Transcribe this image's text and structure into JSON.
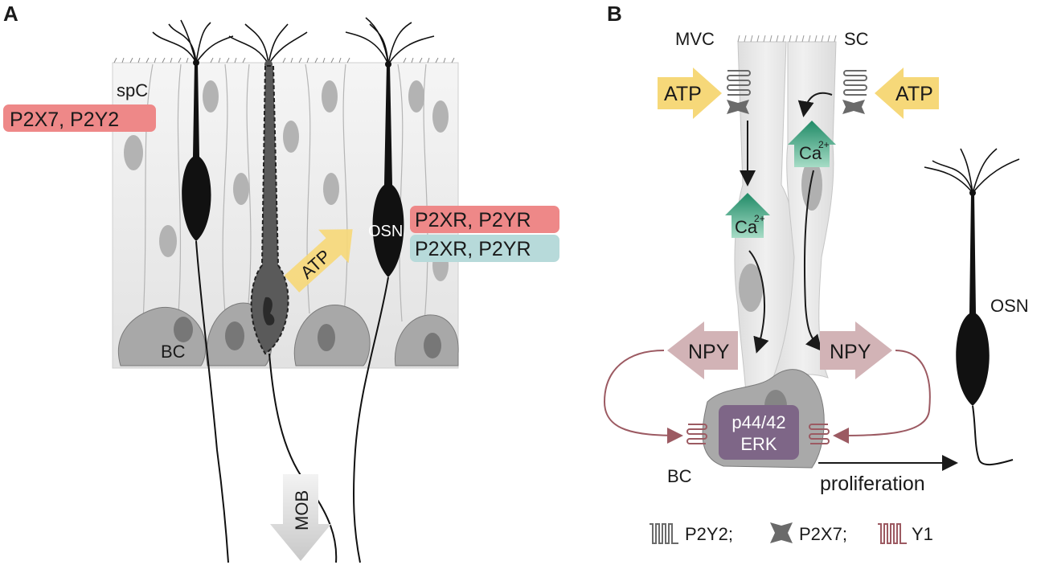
{
  "panel_a": {
    "letter": "A",
    "spc_label": "spC",
    "spc_receptors": "P2X7, P2Y2",
    "bc_label": "BC",
    "atp_label": "ATP",
    "osn_label": "OSN",
    "osn_receptors_1": "P2XR, P2YR",
    "osn_receptors_2": "P2XR, P2YR",
    "mob_label": "MOB"
  },
  "panel_b": {
    "letter": "B",
    "mvc_label": "MVC",
    "sc_label": "SC",
    "atp_left": "ATP",
    "atp_right": "ATP",
    "ca_left": "Ca",
    "ca_left_sup": "2+",
    "ca_right": "Ca",
    "ca_right_sup": "2+",
    "npy_left": "NPY",
    "npy_right": "NPY",
    "erk_line1": "p44/42",
    "erk_line2": "ERK",
    "bc_label": "BC",
    "proliferation_label": "proliferation",
    "osn_label": "OSN"
  },
  "legend": {
    "item1": "P2Y2;",
    "item2": "P2X7;",
    "item3": "Y1"
  },
  "colors": {
    "red_box": "#ee8888",
    "teal_box": "#b7dada",
    "atp_yellow": "#f6d879",
    "ca_green": "#2e9a78",
    "npy_pink": "#d2b3b6",
    "erk_purple": "#7e6687",
    "y1_red": "#9c5a62",
    "tissue": "#ececec"
  }
}
